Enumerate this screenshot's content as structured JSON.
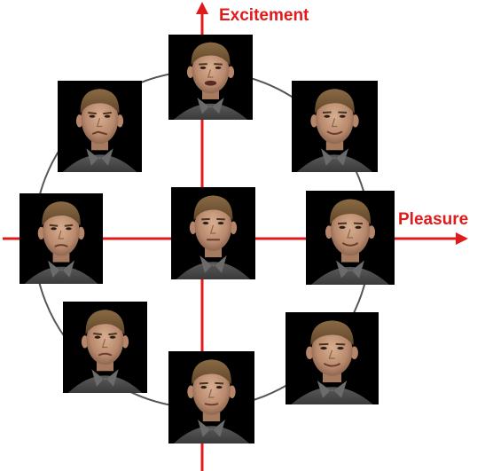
{
  "axes": {
    "vertical_label": "Excitement",
    "horizontal_label": "Pleasure",
    "color": "#e01b1b"
  },
  "circle_color": "#555555",
  "faces": [
    {
      "name": "face-top",
      "expression": "excited",
      "mouth": "open"
    },
    {
      "name": "face-top-left",
      "expression": "disgusted",
      "mouth": "grimace"
    },
    {
      "name": "face-top-right",
      "expression": "happy",
      "mouth": "smile"
    },
    {
      "name": "face-left",
      "expression": "displeased",
      "mouth": "frown"
    },
    {
      "name": "face-center",
      "expression": "neutral",
      "mouth": "neutral"
    },
    {
      "name": "face-right",
      "expression": "pleased",
      "mouth": "smile"
    },
    {
      "name": "face-bottom-left",
      "expression": "sad",
      "mouth": "frown"
    },
    {
      "name": "face-bottom",
      "expression": "calm",
      "mouth": "slight-smile"
    },
    {
      "name": "face-bottom-right",
      "expression": "relaxed",
      "mouth": "smile"
    }
  ]
}
